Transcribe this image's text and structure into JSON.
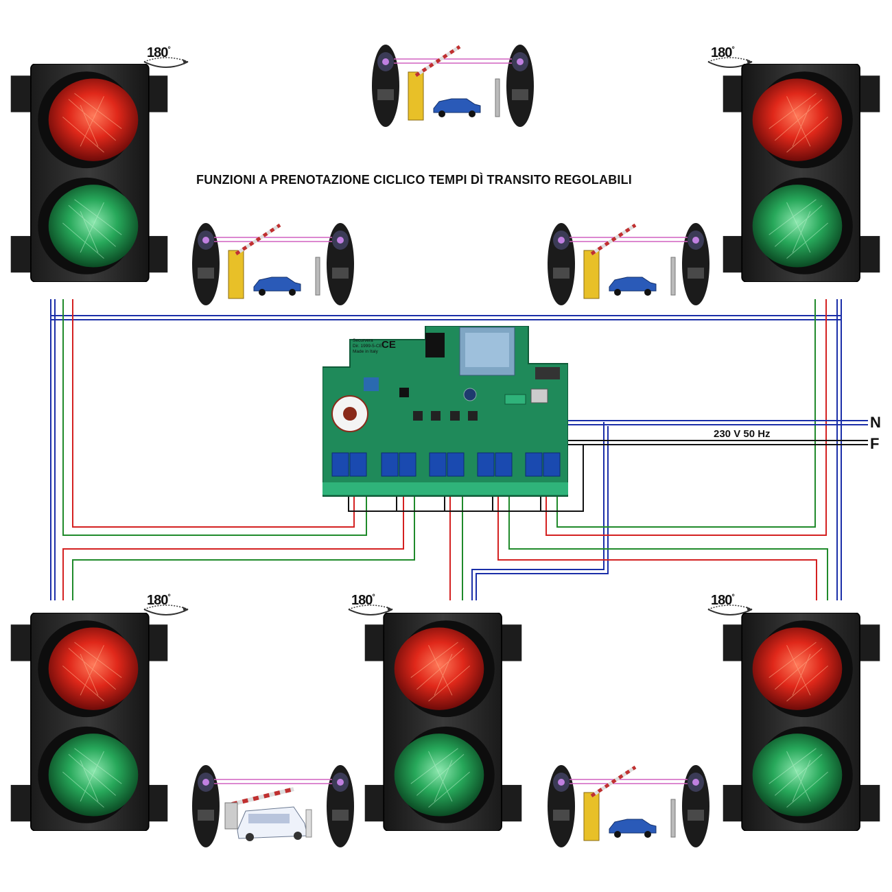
{
  "title": "FUNZIONI A PRENOTAZIONE CICLICO TEMPI DÌ TRANSITO REGOLABILI",
  "rotation_label": "180",
  "rotation_degree": "°",
  "mains": {
    "neutral_label": "N",
    "phase_label": "F",
    "supply_label": "230 V 50 Hz"
  },
  "board": {
    "brand": "Securvera",
    "directive": "Dir. 1999-5-CE",
    "origin": "Made in Italy",
    "ce_mark": "CE"
  },
  "traffic_lights": [
    {
      "id": "top-left",
      "lamps": [
        "red",
        "green"
      ]
    },
    {
      "id": "top-right",
      "lamps": [
        "red",
        "green"
      ]
    },
    {
      "id": "bottom-left",
      "lamps": [
        "red",
        "green"
      ]
    },
    {
      "id": "bottom-center",
      "lamps": [
        "red",
        "green"
      ]
    },
    {
      "id": "bottom-right",
      "lamps": [
        "red",
        "green"
      ]
    }
  ],
  "photocell_sets": [
    {
      "id": "top-center",
      "scene": "barrier-car"
    },
    {
      "id": "mid-left",
      "scene": "barrier-car"
    },
    {
      "id": "mid-right",
      "scene": "barrier-car"
    },
    {
      "id": "bottom-left",
      "scene": "car-at-barrier"
    },
    {
      "id": "bottom-right",
      "scene": "barrier-car"
    }
  ],
  "wire_colors": {
    "red": "#d42020",
    "green": "#1f8a2a",
    "blue": "#1a2ea8",
    "black": "#111111",
    "pink": "#d060c0"
  },
  "icons": [
    "rotate-180-icon",
    "traffic-light-icon",
    "photocell-icon",
    "barrier-icon",
    "car-icon",
    "control-board-icon"
  ]
}
